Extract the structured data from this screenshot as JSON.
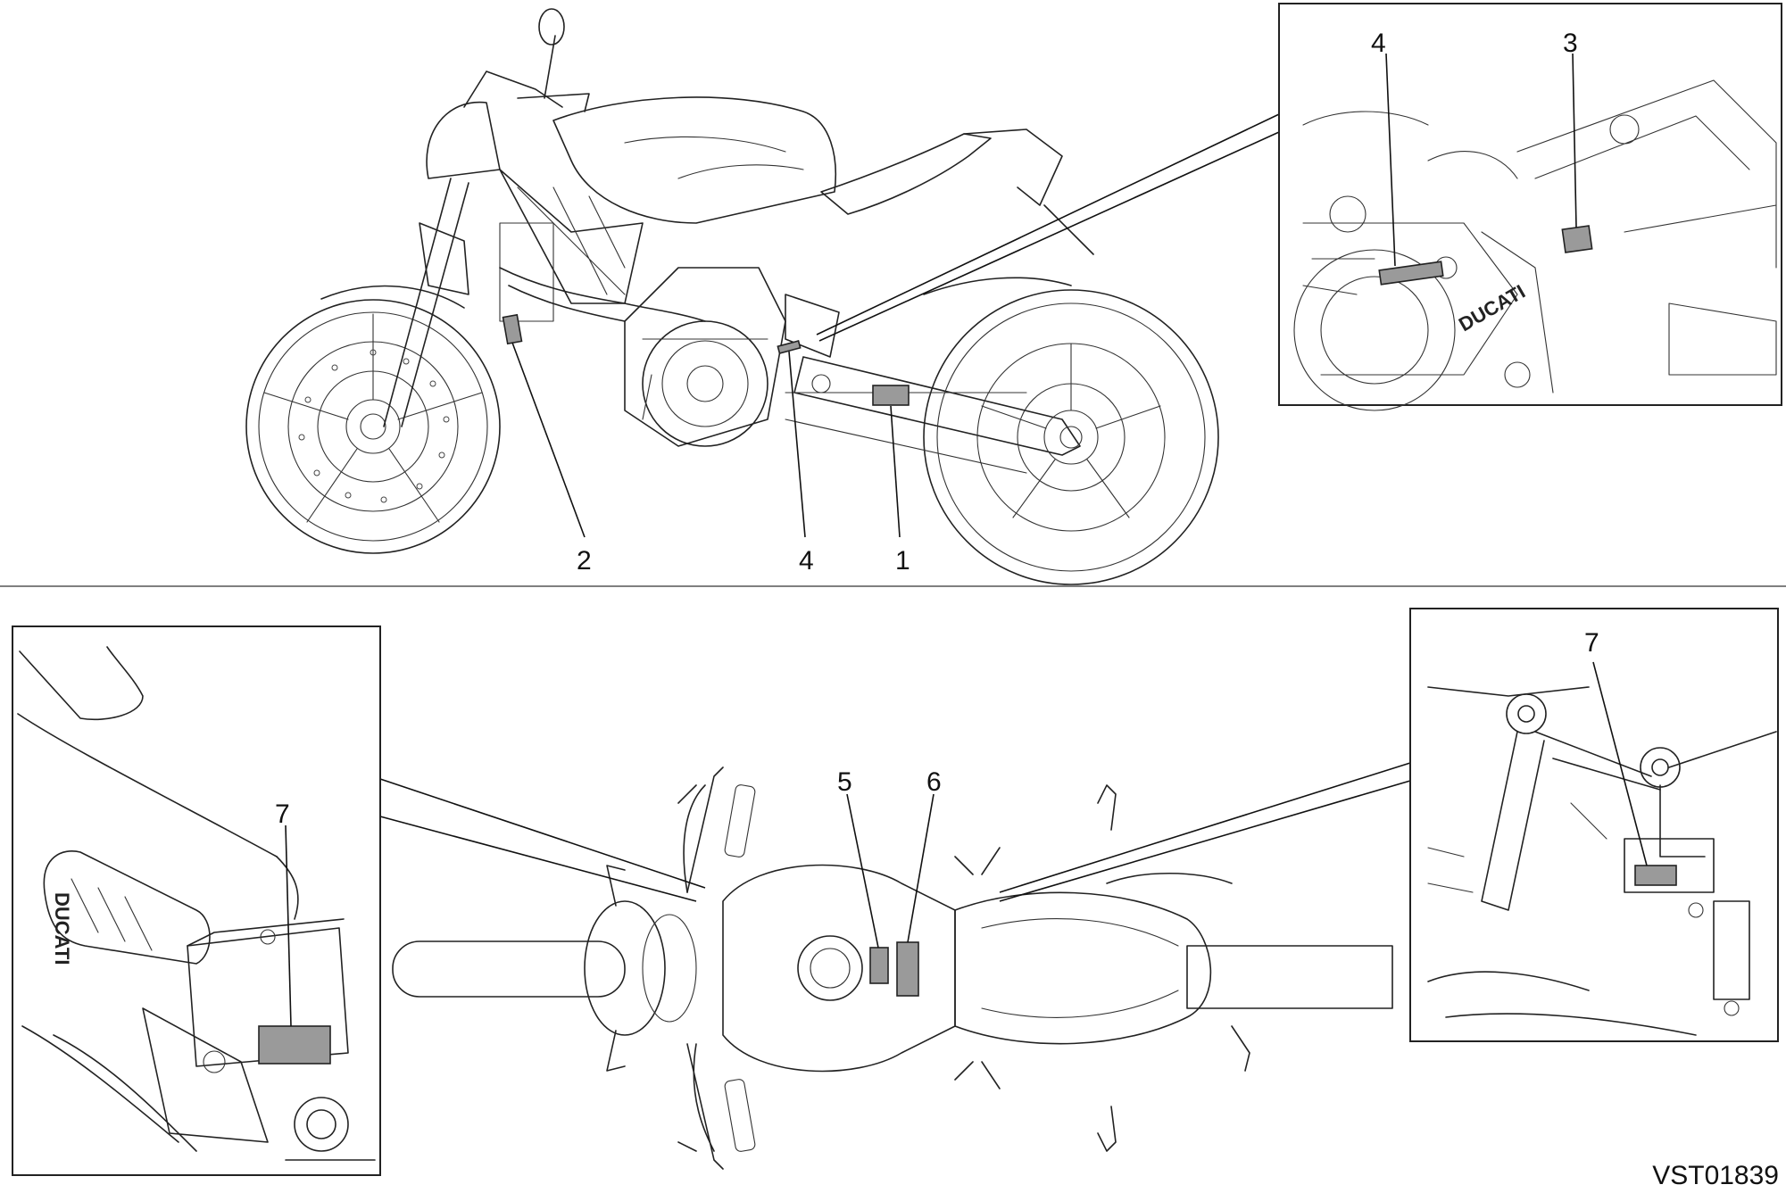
{
  "callouts": {
    "c1": "1",
    "c2": "2",
    "c3": "3",
    "c4a": "4",
    "c4b": "4",
    "c5": "5",
    "c6": "6",
    "c7a": "7",
    "c7b": "7"
  },
  "brand_text": "DUCATI",
  "grip_brand_text": "DUCATI",
  "reference_code": "VST01839",
  "colors": {
    "label_fill": "#9a9a9a",
    "line": "#222222"
  }
}
